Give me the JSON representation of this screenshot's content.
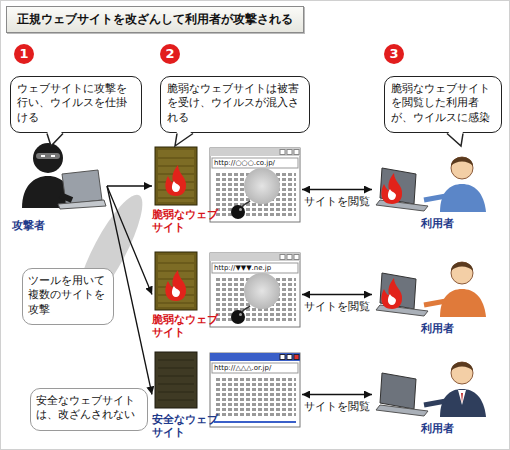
{
  "diagram": {
    "title": "正規ウェブサイトを改ざんして利用者が攻撃される",
    "nodes": [
      {
        "text": [
          "ウェブサイトに攻撃を行い、ウイルスを仕掛ける"
        ]
      },
      {
        "text": [
          "脆弱なウェブサイトは被害を受け、ウイルスが混入される"
        ]
      },
      {
        "text": [
          "脆弱なウェブサイトを閲覧した利用者が、ウイルスに感染"
        ]
      },
      {
        "text": [
          "攻撃者"
        ]
      },
      {
        "text": [
          "ツールを用いて複数のサイトを攻撃"
        ]
      },
      {
        "text": [
          "脆弱なウェブサイト"
        ]
      },
      {
        "text": [
          "脆弱なウェブサイト"
        ]
      },
      {
        "text": [
          "安全なウェブサイト"
        ]
      },
      {
        "text": [
          "安全なウェブサイトは、改ざんされない"
        ]
      },
      {
        "text": [
          "利用者"
        ]
      },
      {
        "text": [
          "利用者"
        ]
      },
      {
        "text": [
          "利用者"
        ]
      }
    ],
    "edges": [
      {
        "from": 3,
        "to": 5,
        "arrow": "to"
      },
      {
        "from": 3,
        "to": 6,
        "arrow": "to"
      },
      {
        "from": 3,
        "to": 7,
        "arrow": "to"
      },
      {
        "from": 5,
        "to": 9,
        "label": "サイトを閲覧",
        "arrow": "both"
      },
      {
        "from": 6,
        "to": 10,
        "label": "サイトを閲覧",
        "arrow": "both"
      },
      {
        "from": 7,
        "to": 11,
        "label": "サイトを閲覧",
        "arrow": "both"
      }
    ],
    "labels": [
      "1",
      "2",
      "3",
      "http://○○○.co.jp/",
      "http://▼▼▼.ne.jp",
      "http://△△△.or.jp/"
    ]
  }
}
